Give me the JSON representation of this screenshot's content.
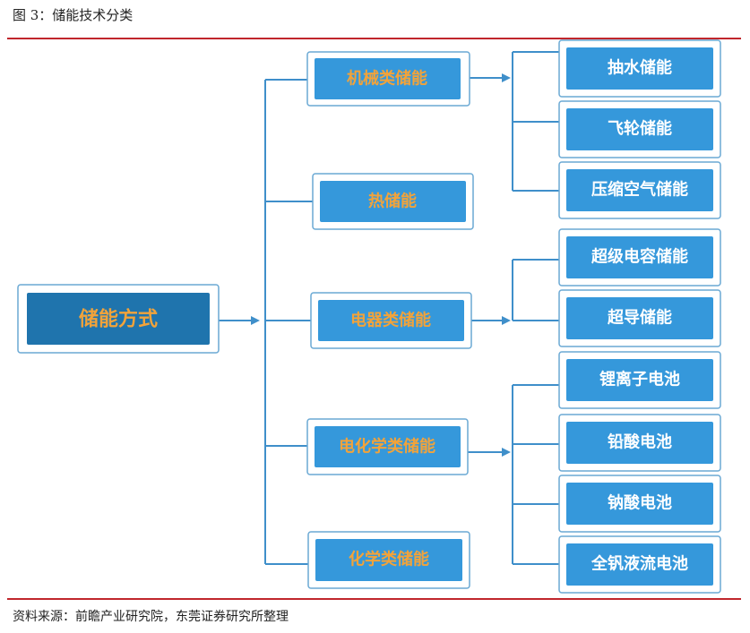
{
  "caption": "图 3：储能技术分类",
  "source": "资料来源：前瞻产业研究院，东莞证券研究所整理",
  "root": {
    "label": "储能方式"
  },
  "categories": [
    {
      "label": "机械类储能",
      "children": [
        "抽水储能",
        "飞轮储能",
        "压缩空气储能"
      ]
    },
    {
      "label": "热储能",
      "children": []
    },
    {
      "label": "电器类储能",
      "children": [
        "超级电容储能",
        "超导储能"
      ]
    },
    {
      "label": "电化学类储能",
      "children": [
        "锂离子电池",
        "铅酸电池",
        "钠酸电池"
      ]
    },
    {
      "label": "化学类储能",
      "children": [
        "全钒液流电池"
      ]
    }
  ],
  "colors": {
    "rule": "#c0262c",
    "box_dark": "#1f74ad",
    "box_mid": "#3598db",
    "connector": "#3f8fca",
    "category_text": "#f2a33a",
    "leaf_text": "#ffffff"
  }
}
